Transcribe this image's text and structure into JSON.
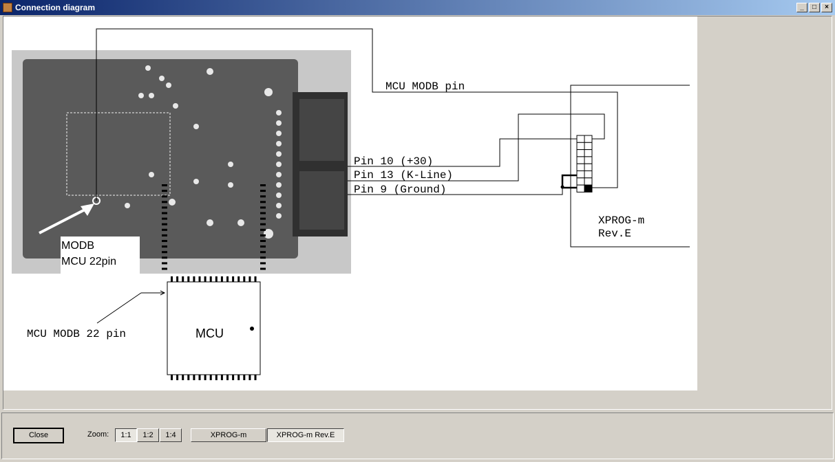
{
  "window": {
    "title": "Connection diagram",
    "minimize": "_",
    "maximize": "□",
    "close": "×"
  },
  "diagram": {
    "mcu_modb_pin": "MCU MODB pin",
    "pin10": "Pin 10 (+30)",
    "pin13": "Pin 13 (K-Line)",
    "pin9": "Pin 9 (Ground)",
    "device_line1": "XPROG-m",
    "device_line2": "Rev.E",
    "photo_label_line1": "MODB",
    "photo_label_line2": "MCU 22pin",
    "mcu_label": "MCU",
    "mcu_pin_label": "MCU MODB 22 pin"
  },
  "toolbar": {
    "close": "Close",
    "zoom_label": "Zoom:",
    "zoom_options": [
      "1:1",
      "1:2",
      "1:4"
    ],
    "zoom_selected": "1:1",
    "versions": [
      "XPROG-m",
      "XPROG-m Rev.E"
    ],
    "version_selected": "XPROG-m Rev.E"
  }
}
